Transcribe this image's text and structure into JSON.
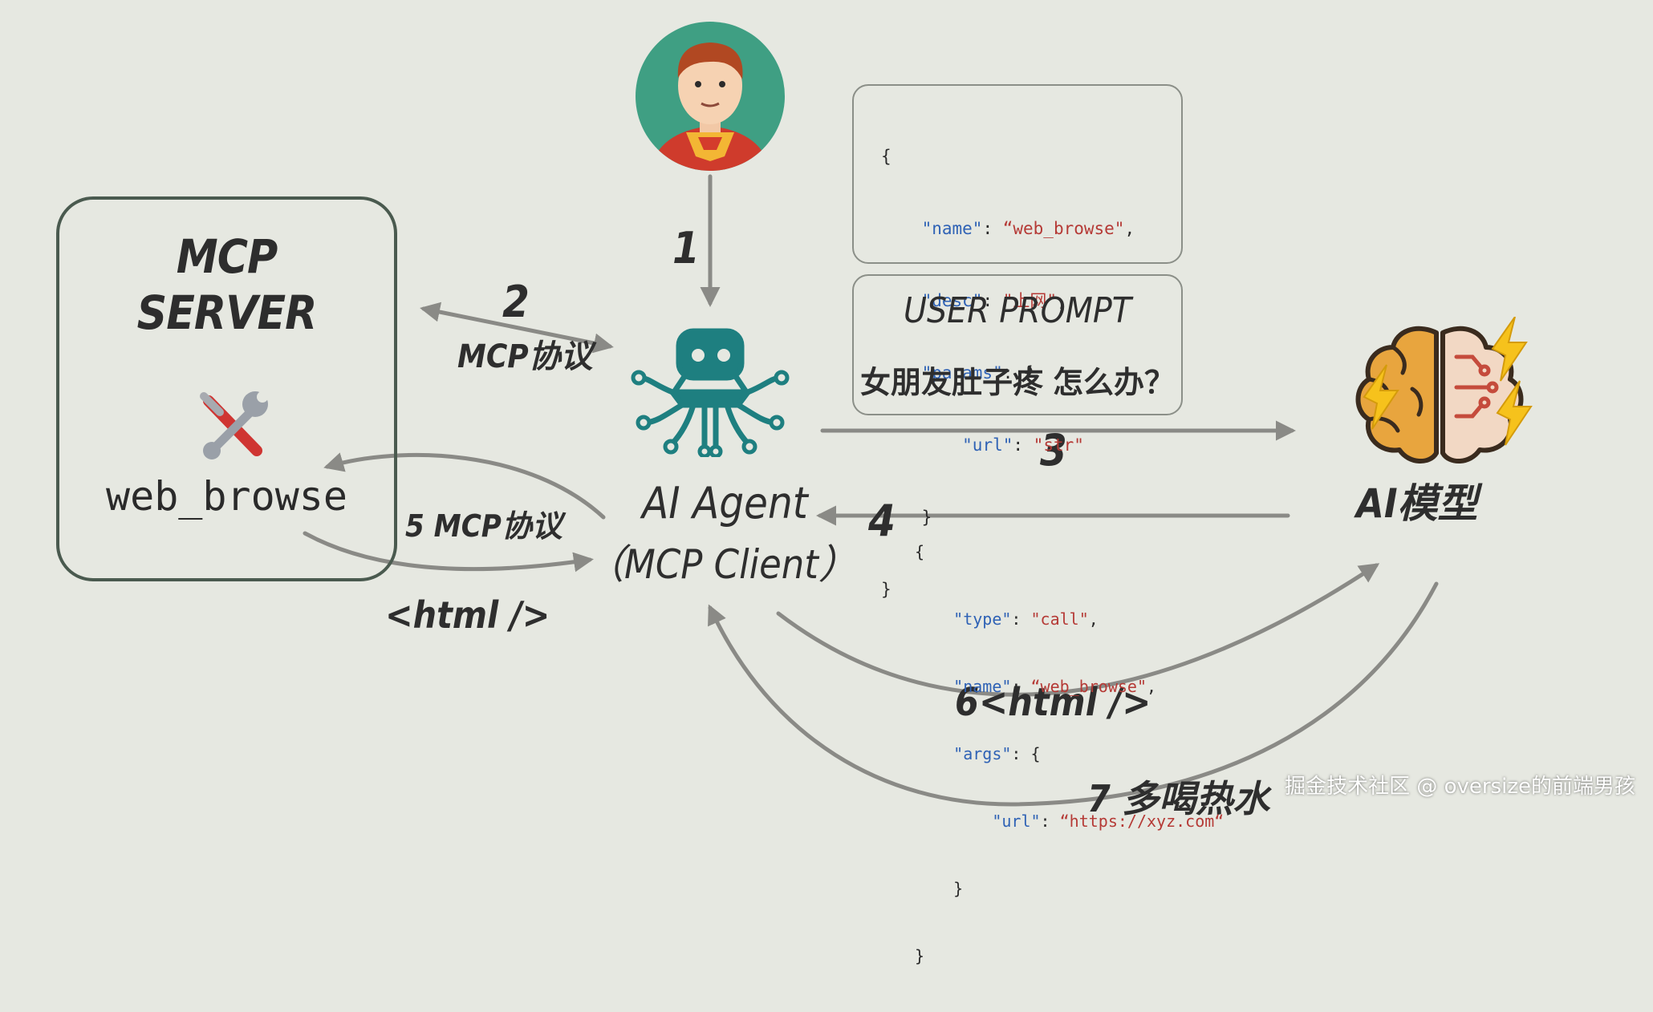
{
  "server": {
    "title_line1": "MCP",
    "title_line2": "SERVER",
    "tool_name": "web_browse"
  },
  "agent": {
    "line1": "AI Agent",
    "line2": "（MCP Client）"
  },
  "model": {
    "label": "AI模型"
  },
  "prompt": {
    "title": "USER PROMPT",
    "text": "女朋友肚子疼 怎么办？"
  },
  "tool_def": {
    "open": "{",
    "name_key": "\"name\"",
    "name_val": "“web_browse\"",
    "desc_key": "\"desc\"",
    "desc_val": "\"上网\"",
    "params_key": "\"params\"",
    "url_key": "\"url\"",
    "url_val": "\"str\"",
    "inner_close": "}",
    "close": "}"
  },
  "tool_call": {
    "open": "{",
    "type_key": "\"type\"",
    "type_val": "\"call\"",
    "name_key": "\"name\"",
    "name_val": "“web_browse\"",
    "args_key": "\"args\"",
    "url_key": "\"url\"",
    "url_val": "“https://xyz.com“",
    "inner_close": "}",
    "close": "}"
  },
  "steps": {
    "s1": "1",
    "s2_num": "2",
    "s2_text": "MCP协议",
    "s3": "3",
    "s4": "4",
    "s5": "5 MCP协议",
    "html": "<html />",
    "s6": "6<html />",
    "s7": "7 多喝热水"
  },
  "watermark": "掘金技术社区 @ oversize的前端男孩",
  "colors": {
    "background": "#e6e8e1",
    "arrow": "#8a8a86",
    "robot": "#1e7f80",
    "code_key": "#2f62b5",
    "code_string": "#b53a36",
    "avatar_bg": "#3f9f83"
  }
}
